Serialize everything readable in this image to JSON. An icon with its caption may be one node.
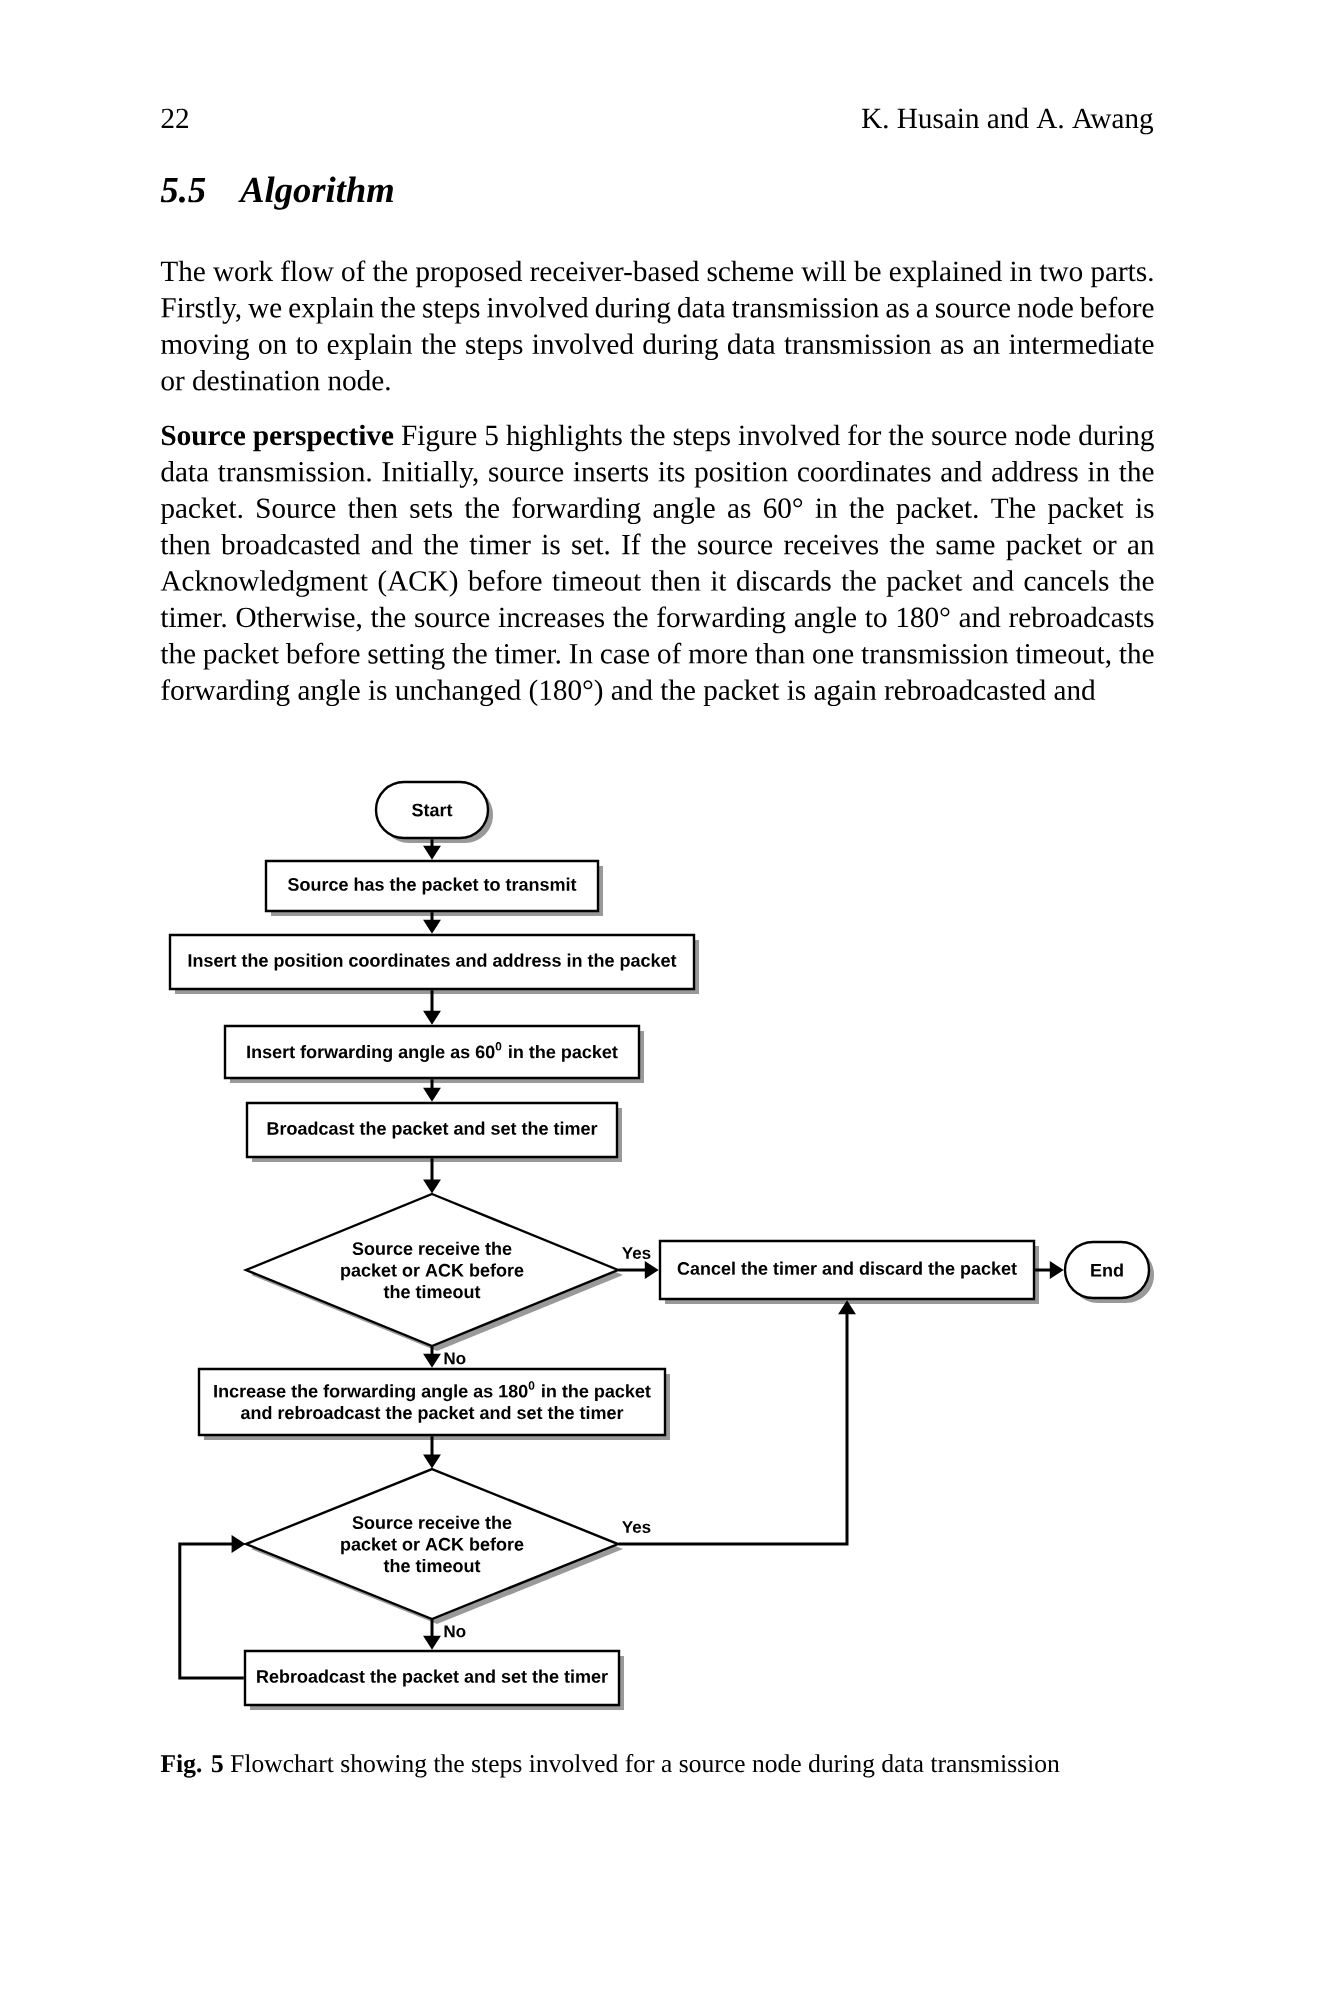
{
  "diagram": {
    "title": "5.5 Algorithm",
    "caption": "**Fig. 5** Flowchart showing the steps involved for a source node during data transmission",
    "nodes": [
      {
        "text": [
          "Start"
        ]
      },
      {
        "text": [
          "Source has the packet to transmit"
        ]
      },
      {
        "text": [
          "Insert the position coordinates and address in the packet"
        ]
      },
      {
        "text": [
          "Insert forwarding angle as 60$^{0}$ in the packet"
        ]
      },
      {
        "text": [
          "Broadcast the packet and set the timer"
        ]
      },
      {
        "text": [
          "Source receive the packet or ACK before the timeout"
        ]
      },
      {
        "text": [
          "Cancel the timer and discard the packet"
        ]
      },
      {
        "text": [
          "End"
        ]
      },
      {
        "text": [
          "Increase the forwarding angle as 180$^{0}$ in the packet and rebroadcast the packet and set the timer"
        ]
      },
      {
        "text": [
          "Source receive the packet or ACK before the timeout"
        ]
      },
      {
        "text": [
          "Rebroadcast the packet and set the timer"
        ]
      }
    ],
    "edges": [
      {
        "from": 0,
        "to": 1,
        "arrow": "to"
      },
      {
        "from": 1,
        "to": 2,
        "arrow": "to"
      },
      {
        "from": 2,
        "to": 3,
        "arrow": "to"
      },
      {
        "from": 3,
        "to": 4,
        "arrow": "to"
      },
      {
        "from": 4,
        "to": 5,
        "arrow": "to"
      },
      {
        "from": 5,
        "to": 6,
        "arrow": "to",
        "label": "Yes"
      },
      {
        "from": 6,
        "to": 7,
        "arrow": "to"
      },
      {
        "from": 5,
        "to": 8,
        "arrow": "to",
        "label": "No"
      },
      {
        "from": 8,
        "to": 9,
        "arrow": "to"
      },
      {
        "from": 9,
        "to": 6,
        "arrow": "to",
        "label": "Yes"
      },
      {
        "from": 9,
        "to": 10,
        "arrow": "to",
        "label": "No"
      },
      {
        "from": 10,
        "to": 9,
        "arrow": "to"
      }
    ],
    "labels": [
      "22",
      "K. Husain and A. Awang",
      "The work flow of the proposed receiver-based scheme will be explained in two parts. Firstly, we explain the steps involved during data transmission as a source node before moving on to explain the steps involved during data transmission as an intermediate or destination node.",
      "**Source perspective** Figure 5 highlights the steps involved for the source node during data transmission. Initially, source inserts its position coordinates and address in the packet. Source then sets the forwarding angle as 60° in the packet. The packet is then broadcasted and the timer is set. If the source receives the same packet or an Acknowledgment (ACK) before timeout then it discards the packet and cancels the timer. Otherwise, the source increases the forwarding angle to 180° and rebroadcasts the packet before setting the timer. In case of more than one transmission timeout, the forwarding angle is unchanged (180°) and the packet is again rebroadcasted and"
    ]
  }
}
